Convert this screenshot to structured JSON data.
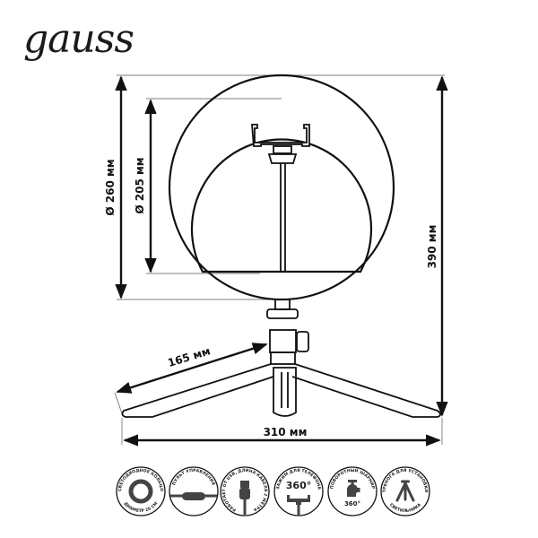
{
  "brand": {
    "logo": "gauss"
  },
  "dimensions": {
    "outer_diameter": "Ø 260 мм",
    "inner_diameter": "Ø 205 мм",
    "height": "390 мм",
    "width": "310 мм",
    "leg_length": "165 мм"
  },
  "features": [
    {
      "icon": "led-ring-icon",
      "top": "СВЕТОДИОДНОЕ КОЛЬЦО",
      "bottom": "ДИАМЕТР 26 СМ"
    },
    {
      "icon": "remote-control-icon",
      "top": "ПУЛЬТ УПРАВЛЕНИЯ",
      "bottom": ""
    },
    {
      "icon": "usb-icon",
      "top": "РАБОТАЕТ ОТ USB, ДЛИНА КАБЕЛЯ 2 МЕТРА",
      "bottom": ""
    },
    {
      "icon": "phone-clamp-icon",
      "top": "ЗАЖИМ ДЛЯ ТЕЛЕФОНА",
      "bottom": "",
      "badge": "360°"
    },
    {
      "icon": "ball-head-icon",
      "top": "ПОВОРОТНЫЙ ШАРНИР",
      "bottom": "",
      "badge": "360°"
    },
    {
      "icon": "tripod-icon",
      "top": "ТРЕНОГА ДЛЯ УСТАНОВКИ",
      "bottom": "СВЕТИЛЬНИКА"
    }
  ],
  "colors": {
    "line": "#111111",
    "icon_fill": "#444444"
  }
}
